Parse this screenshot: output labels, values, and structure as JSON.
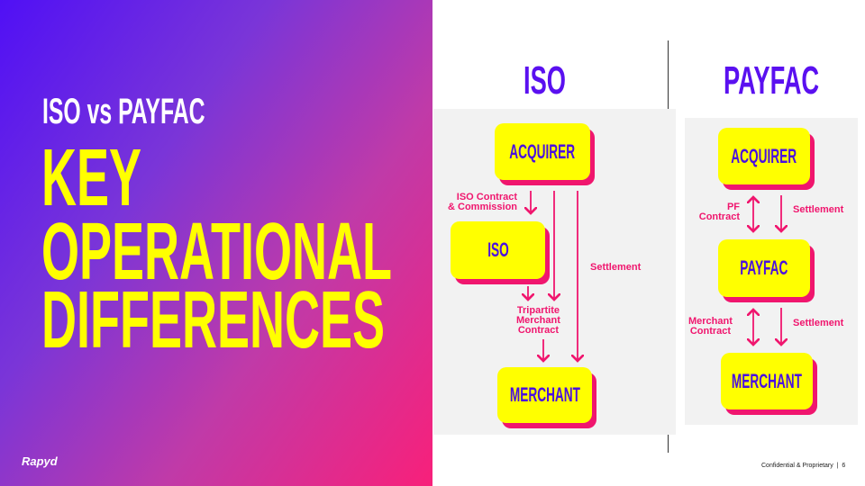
{
  "left": {
    "subtitle": "ISO vs PAYFAC",
    "headline": [
      "KEY",
      "OPERATIONAL",
      "DIFFERENCES"
    ],
    "logo": "Rapyd"
  },
  "iso": {
    "heading": "ISO",
    "boxes": {
      "acquirer": "ACQUIRER",
      "iso": "ISO",
      "merchant": "MERCHANT"
    },
    "labels": {
      "contract_1": "ISO Contract",
      "contract_2": "& Commission",
      "settlement": "Settlement",
      "tri_1": "Tripartite",
      "tri_2": "Merchant",
      "tri_3": "Contract"
    }
  },
  "payfac": {
    "heading": "PAYFAC",
    "boxes": {
      "acquirer": "ACQUIRER",
      "payfac": "PAYFAC",
      "merchant": "MERCHANT"
    },
    "labels": {
      "pf_1": "PF",
      "pf_2": "Contract",
      "settlement_1": "Settlement",
      "mc_1": "Merchant",
      "mc_2": "Contract",
      "settlement_2": "Settlement"
    }
  },
  "footer": {
    "text": "Confidential & Proprietary  |  6"
  },
  "colors": {
    "accent": "#f0166e",
    "box": "#ffff00",
    "text": "#4a10e0"
  }
}
